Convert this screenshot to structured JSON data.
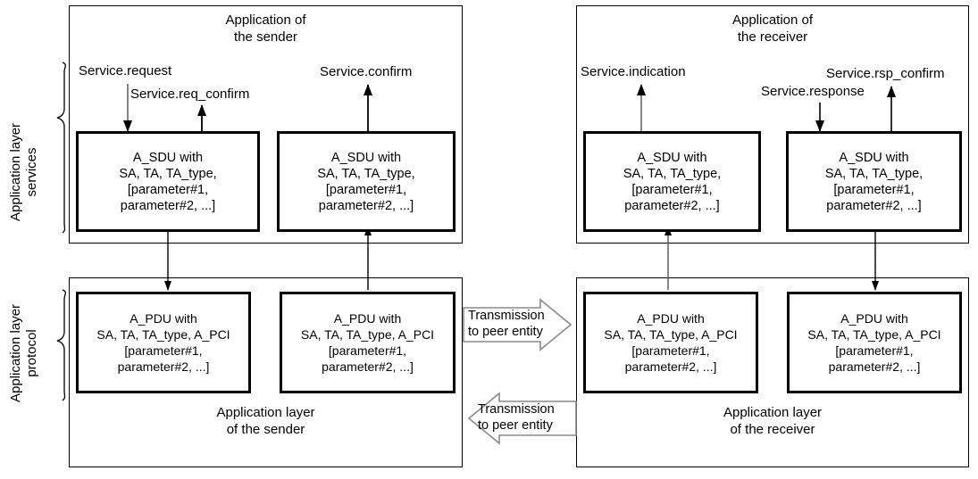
{
  "diagram": {
    "title_semantics": "OSI application layer service and protocol data units between sender and receiver",
    "colors": {
      "stroke": "#000000",
      "background": "#ffffff",
      "arrow_fill": "#ffffff",
      "arrow_outline": "#808080",
      "thin_line": "#333333"
    }
  },
  "side_labels": {
    "services": "Application layer\nservices",
    "protocol": "Application layer\nprotocol"
  },
  "panels": {
    "sender_application": {
      "title": "Application of\nthe sender"
    },
    "receiver_application": {
      "title": "Application of\nthe receiver"
    },
    "sender_layer": {
      "title": "Application layer\nof the sender"
    },
    "receiver_layer": {
      "title": "Application layer\nof the receiver"
    }
  },
  "sdu_boxes": {
    "sender_request": "A_SDU with\nSA, TA, TA_type,\n[parameter#1,\nparameter#2, ...]",
    "sender_confirm": "A_SDU with\nSA, TA, TA_type,\n[parameter#1,\nparameter#2, ...]",
    "receiver_indication": "A_SDU with\nSA, TA, TA_type,\n[parameter#1,\nparameter#2, ...]",
    "receiver_response": "A_SDU with\nSA, TA, TA_type,\n[parameter#1,\nparameter#2, ...]"
  },
  "pdu_boxes": {
    "sender_out": "A_PDU with\nSA, TA, TA_type, A_PCI\n[parameter#1,\nparameter#2, ...]",
    "sender_in": "A_PDU with\nSA, TA, TA_type, A_PCI\n[parameter#1,\nparameter#2, ...]",
    "receiver_in": "A_PDU with\nSA, TA, TA_type, A_PCI\n[parameter#1,\nparameter#2, ...]",
    "receiver_out": "A_PDU with\nSA, TA, TA_type, A_PCI\n[parameter#1,\nparameter#2, ...]"
  },
  "service_primitives": {
    "request": "Service.request",
    "req_confirm": "Service.req_confirm",
    "confirm": "Service.confirm",
    "indication": "Service.indication",
    "response": "Service.response",
    "rsp_confirm": "Service.rsp_confirm"
  },
  "transmission_arrows": {
    "forward": "Transmission\nto peer entity",
    "backward": "Transmission\nto peer entity"
  }
}
